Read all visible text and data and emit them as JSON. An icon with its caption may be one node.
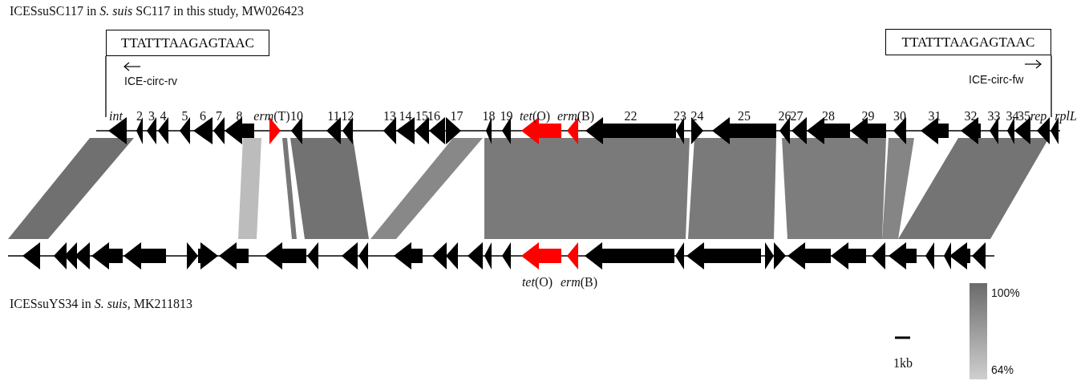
{
  "diagram": {
    "nodes": [
      {
        "text": [
          "TTATTTAAGAGTAAC"
        ]
      },
      {
        "text": [
          "TTATTTAAGAGTAAC"
        ]
      },
      {
        "text": [],
        "shape": "bar"
      }
    ],
    "edges": [
      {
        "from": 0,
        "to": 2,
        "arrow": "none"
      },
      {
        "from": 1,
        "to": 2,
        "arrow": "none"
      }
    ],
    "labels": [
      "ICESsuSC117 in *S. suis* SC117 in this study, MW026423",
      "ICE-circ-rv",
      "ICE-circ-fw",
      "*int*",
      "2",
      "3",
      "4",
      "5",
      "6",
      "7",
      "8",
      "*erm*(T)",
      "10",
      "11",
      "12",
      "13",
      "14",
      "15",
      "16",
      "17",
      "18",
      "19",
      "*tet*(O)",
      "*erm*(B)",
      "22",
      "23",
      "24",
      "25",
      "26",
      "27",
      "28",
      "29",
      "30",
      "31",
      "32",
      "33",
      "34",
      "35",
      "*rep*",
      "*rplL*",
      "*tet*(O)",
      "*erm*(B)",
      "ICESsuYS34 in *S. suis,* MK211813",
      "1kb"
    ],
    "legend": [
      {
        "text": "100%",
        "color": "#6a6a6a"
      },
      {
        "text": "64%",
        "color": "#cfcfcf"
      }
    ]
  }
}
